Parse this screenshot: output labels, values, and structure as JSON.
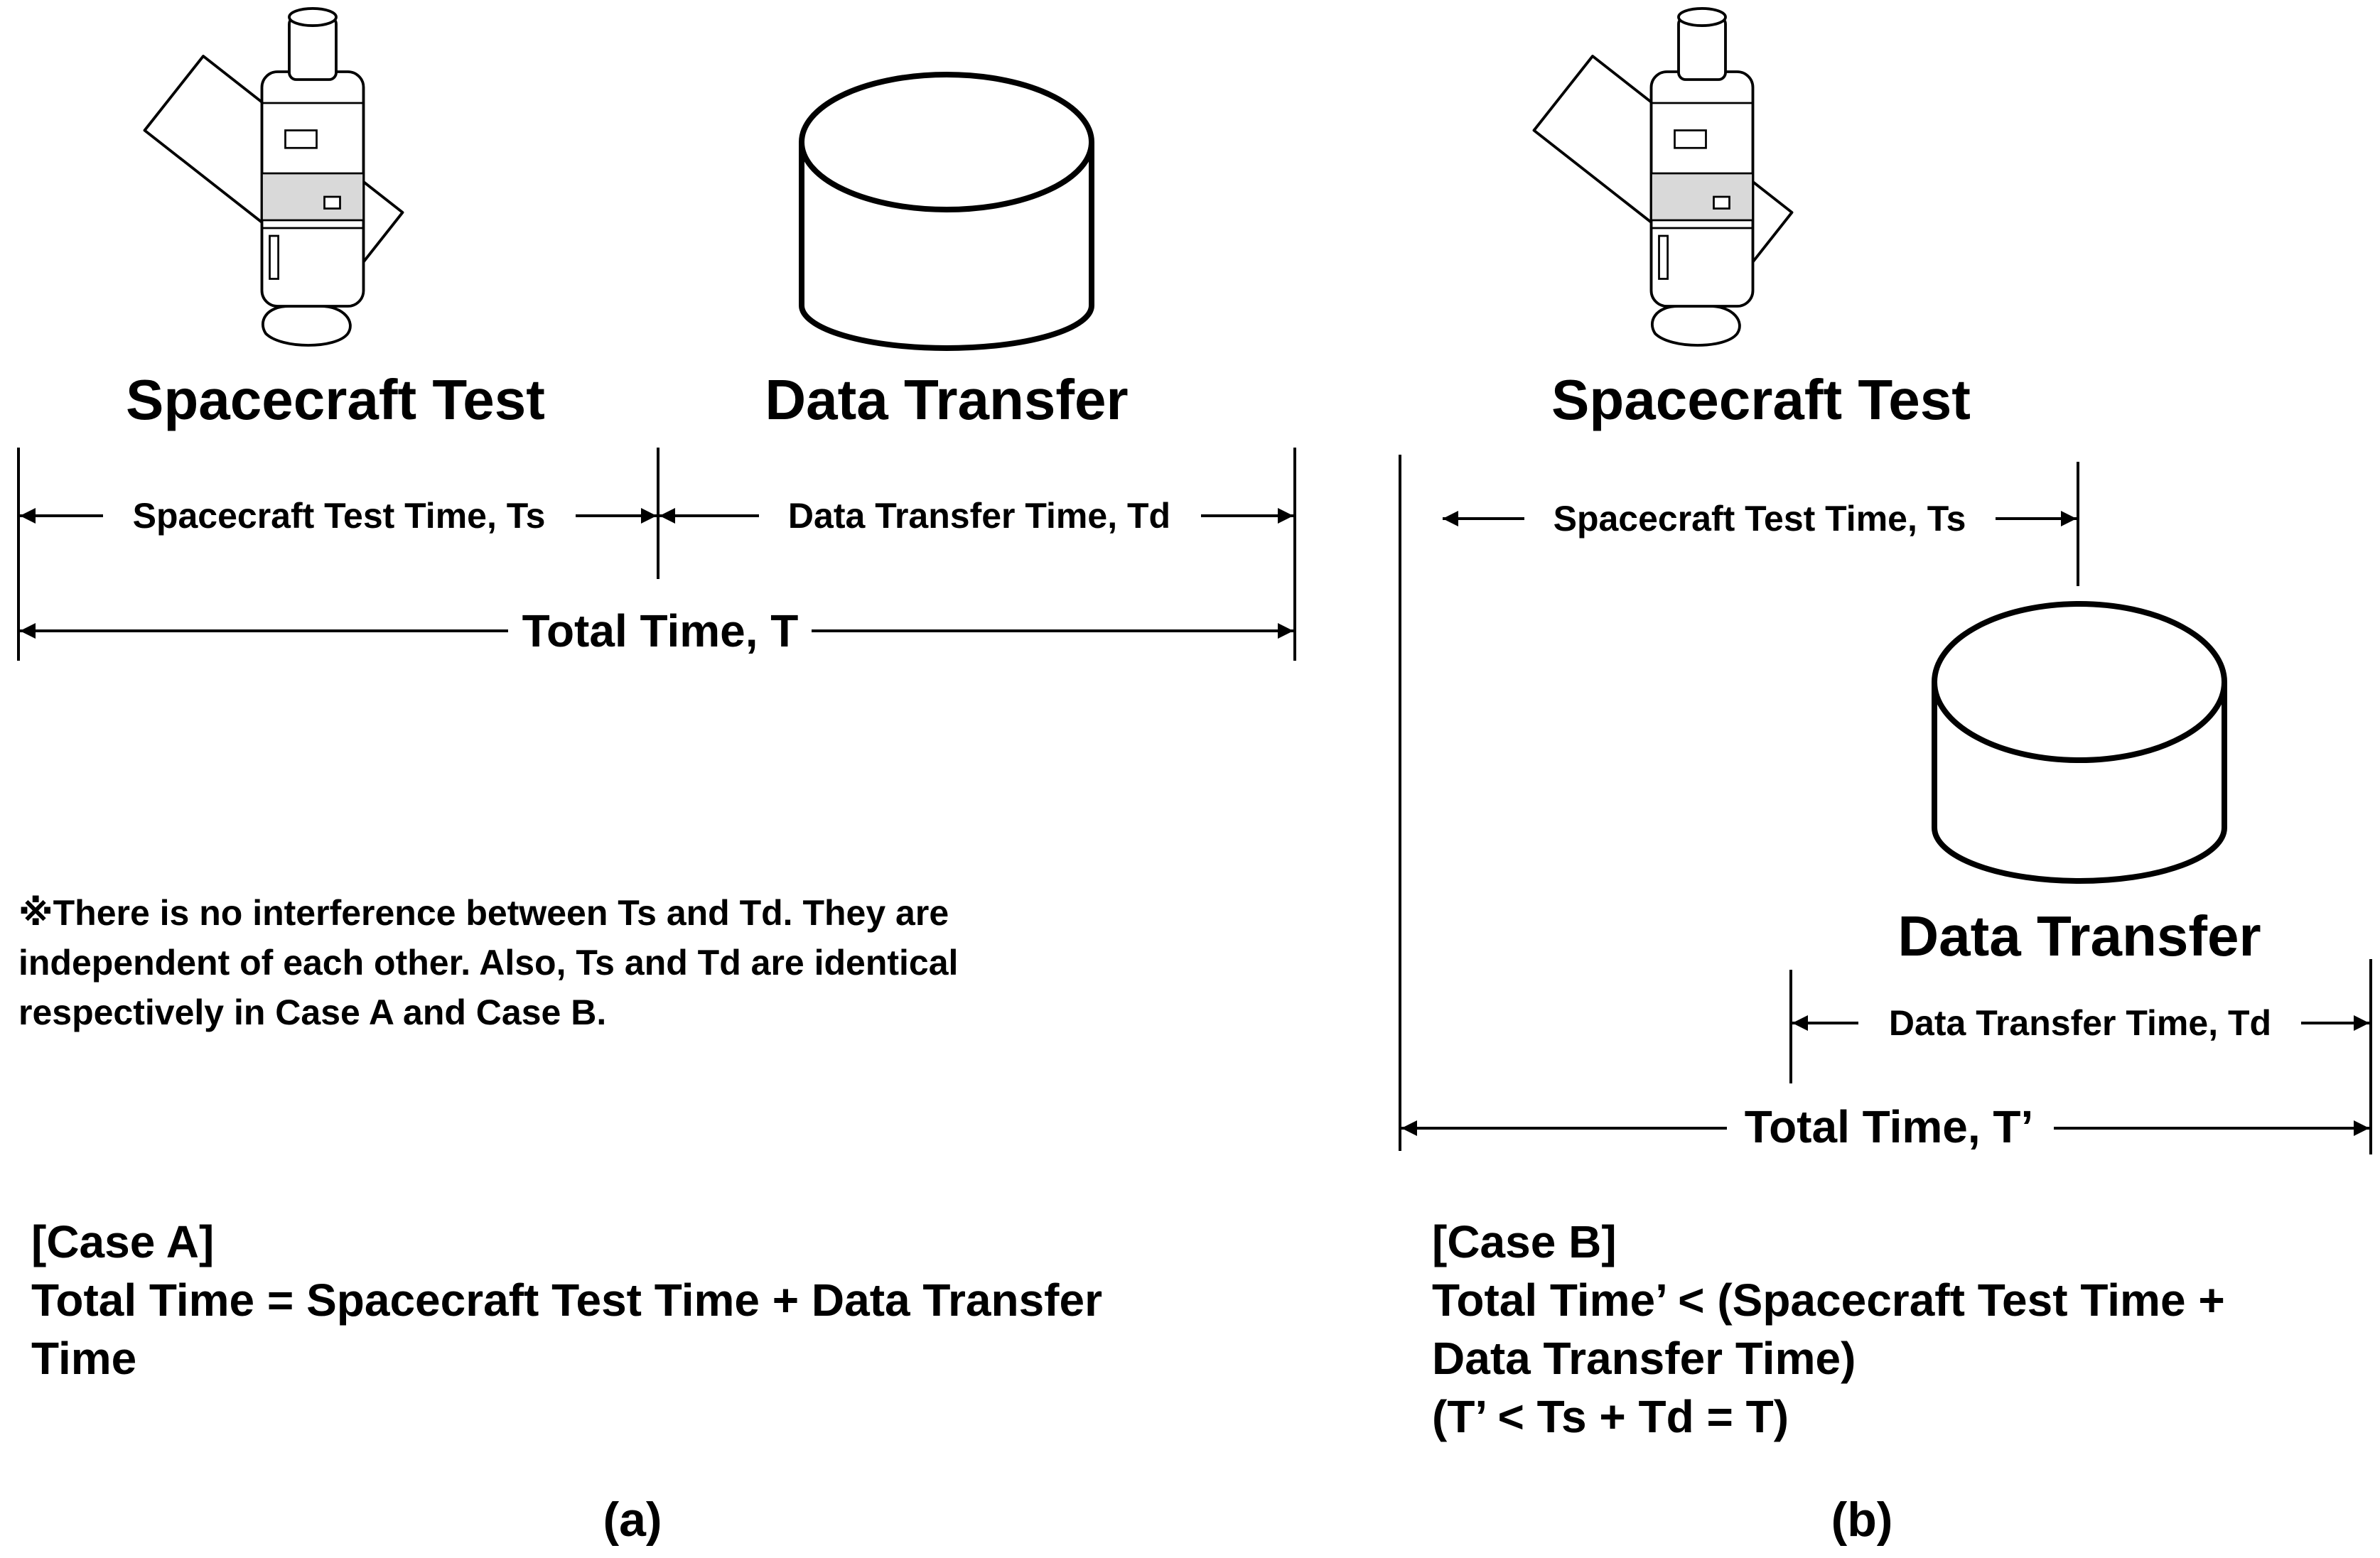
{
  "case_a": {
    "spacecraft_label": "Spacecraft Test",
    "data_label": "Data Transfer",
    "ts_label": "Spacecraft Test Time, Ts",
    "td_label": "Data Transfer Time, Td",
    "total_label": "Total Time, T",
    "note": [
      "※There is no interference between Ts and Td. They are",
      "independent of each other. Also, Ts and Td are identical",
      "respectively in Case A and Case B."
    ],
    "case_title": "[Case A]",
    "formula": [
      "Total Time = Spacecraft Test Time + Data Transfer",
      "Time"
    ],
    "panel_label": "(a)"
  },
  "case_b": {
    "spacecraft_label": "Spacecraft Test",
    "data_label": "Data Transfer",
    "ts_label": "Spacecraft Test Time, Ts",
    "td_label": "Data Transfer Time, Td",
    "total_label": "Total Time, T’",
    "case_title": "[Case B]",
    "formula": [
      "Total Time’ < (Spacecraft Test Time +",
      "Data Transfer Time)",
      "(T’ < Ts + Td = T)"
    ],
    "panel_label": "(b)"
  }
}
